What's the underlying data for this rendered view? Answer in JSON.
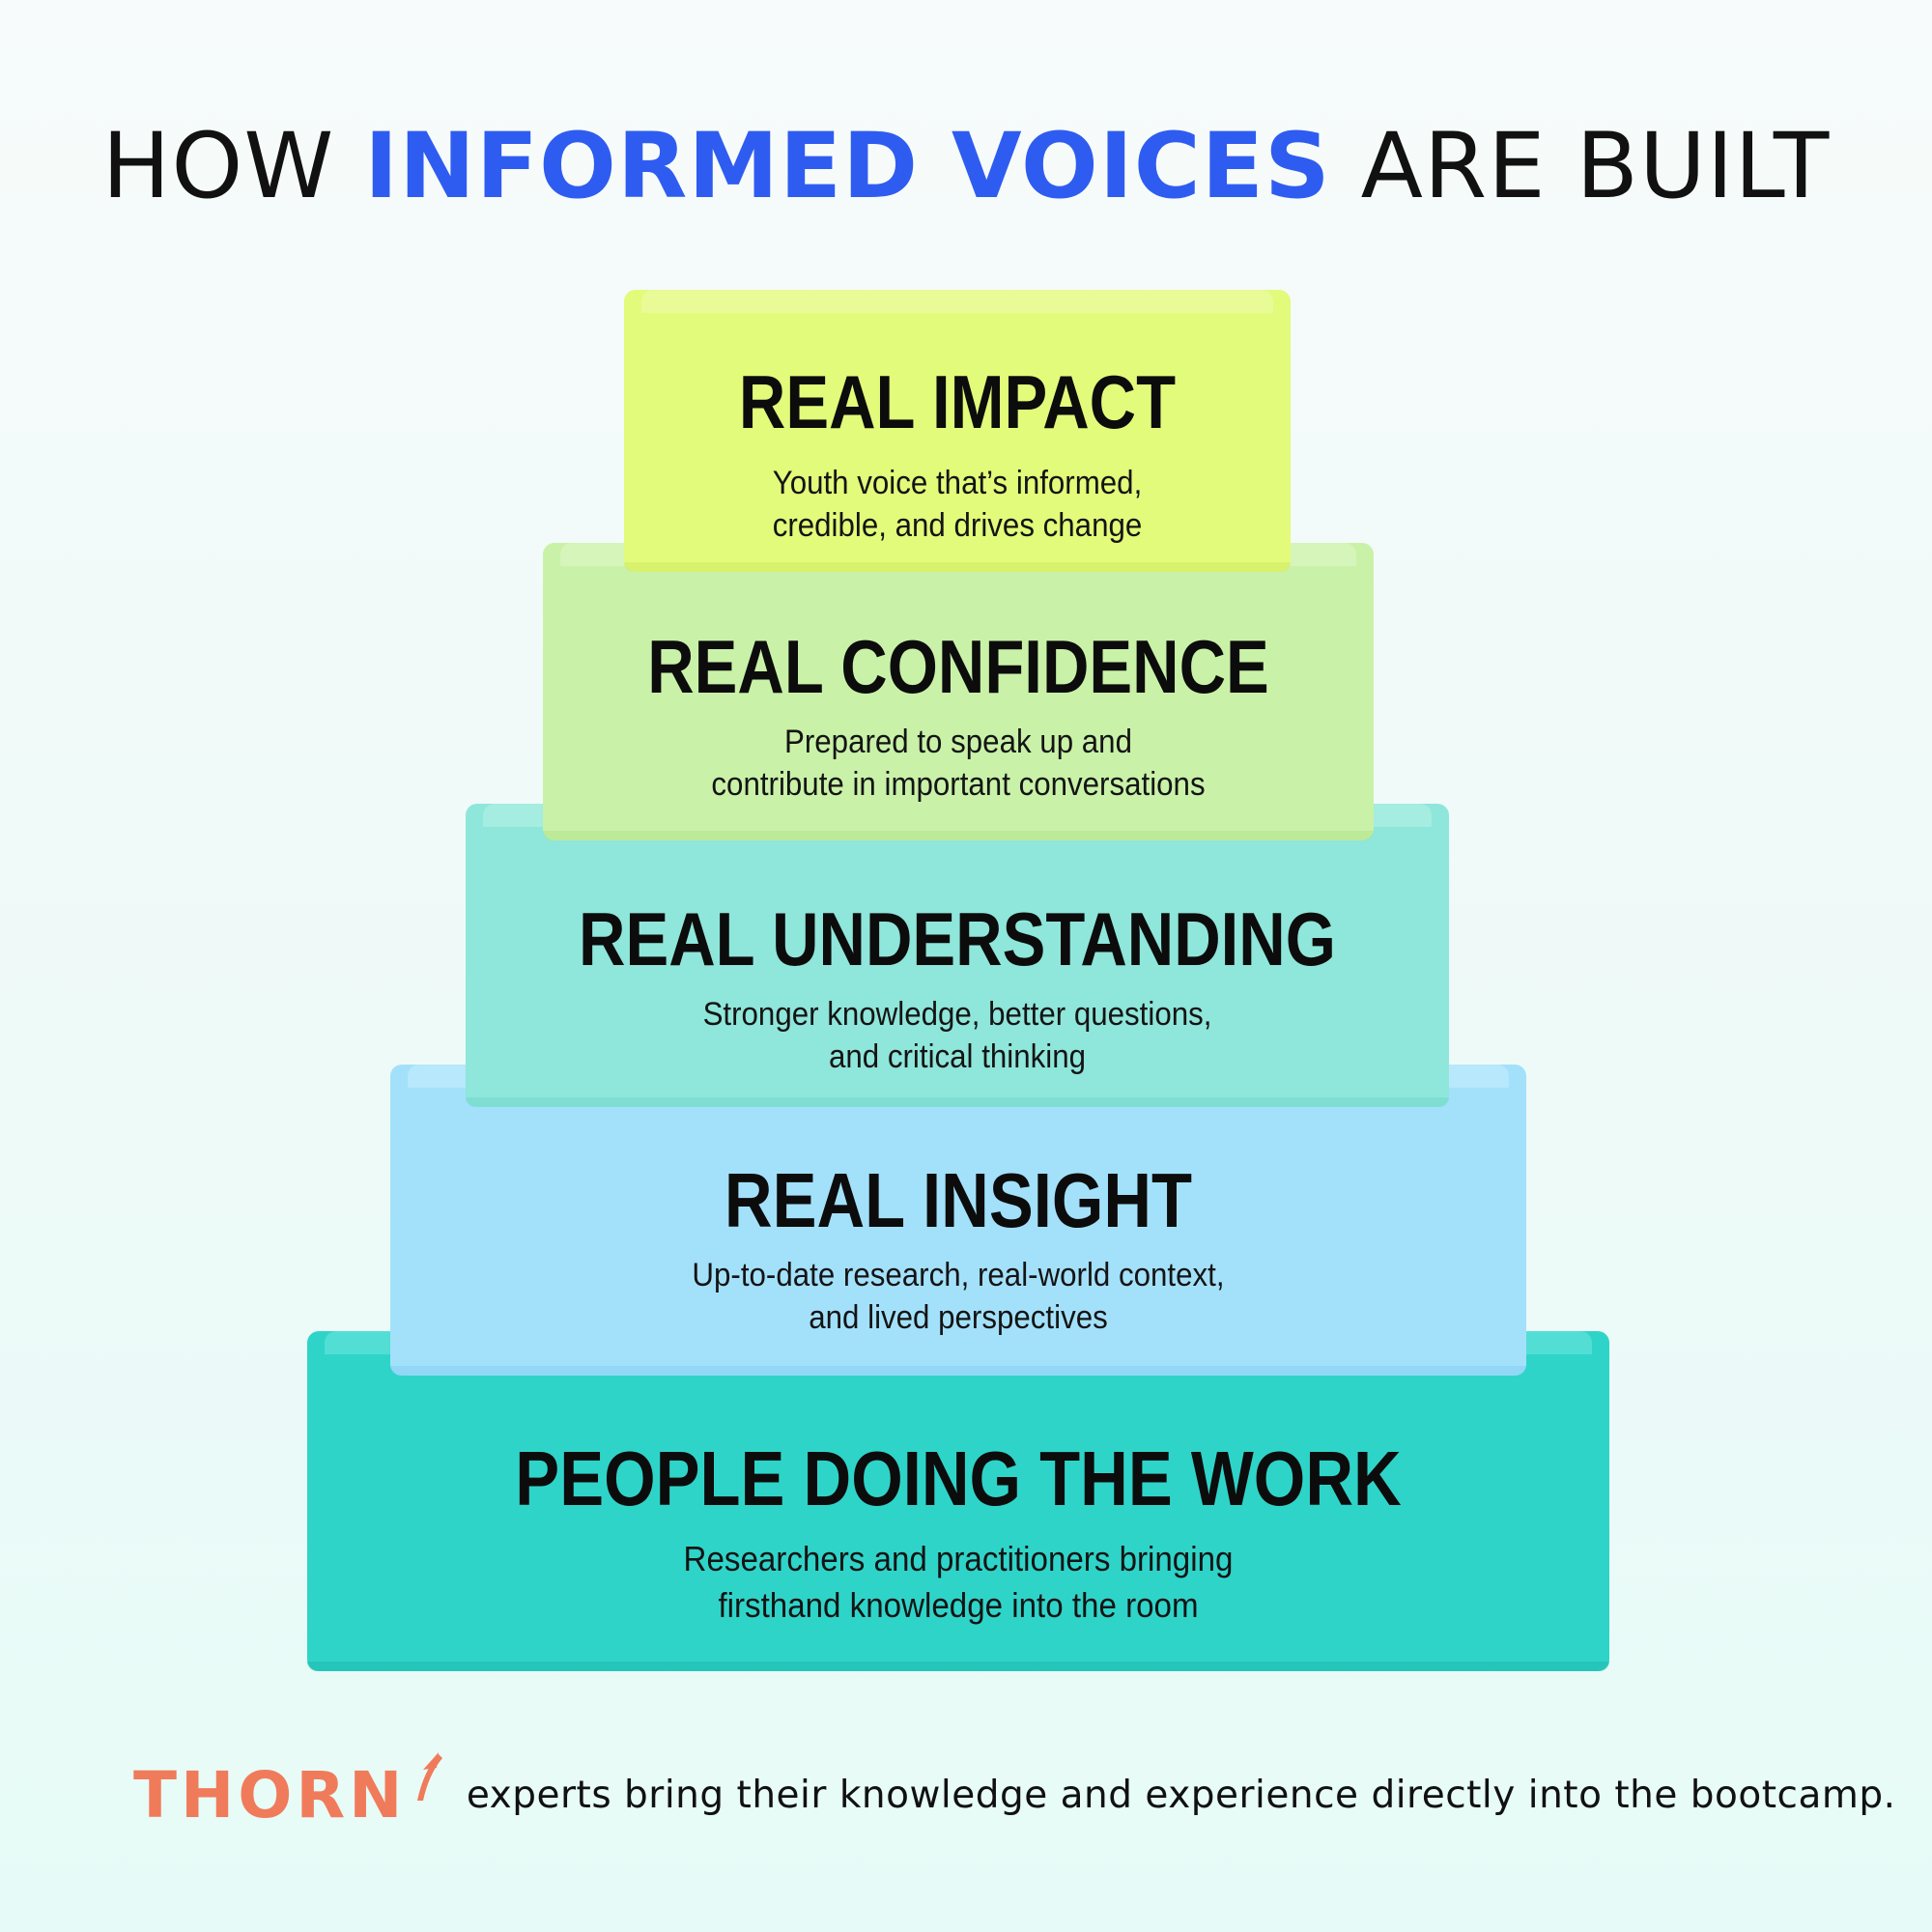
{
  "title": {
    "prefix": "HOW",
    "highlight": "INFORMED VOICES",
    "suffix": "ARE BUILT"
  },
  "blocks": [
    {
      "heading": "REAL IMPACT",
      "lines": [
        "Youth voice that’s informed,",
        "credible, and drives change"
      ],
      "color": "#e2fb7a"
    },
    {
      "heading": "REAL CONFIDENCE",
      "lines": [
        "Prepared to speak up and",
        "contribute in important conversations"
      ],
      "color": "#c9f2a8"
    },
    {
      "heading": "REAL UNDERSTANDING",
      "lines": [
        "Stronger knowledge, better questions,",
        "and critical thinking"
      ],
      "color": "#8fe6da"
    },
    {
      "heading": "REAL INSIGHT",
      "lines": [
        "Up-to-date research, real-world context,",
        "and lived perspectives"
      ],
      "color": "#a3e1fb"
    },
    {
      "heading": "PEOPLE DOING THE WORK",
      "lines": [
        "Researchers and practitioners bringing",
        "firsthand knowledge into the room"
      ],
      "color": "#2fd4c9"
    }
  ],
  "footer": {
    "brand": "THORN",
    "brand_color": "#f07b5b",
    "text": "experts bring their knowledge and experience directly into the bootcamp."
  }
}
